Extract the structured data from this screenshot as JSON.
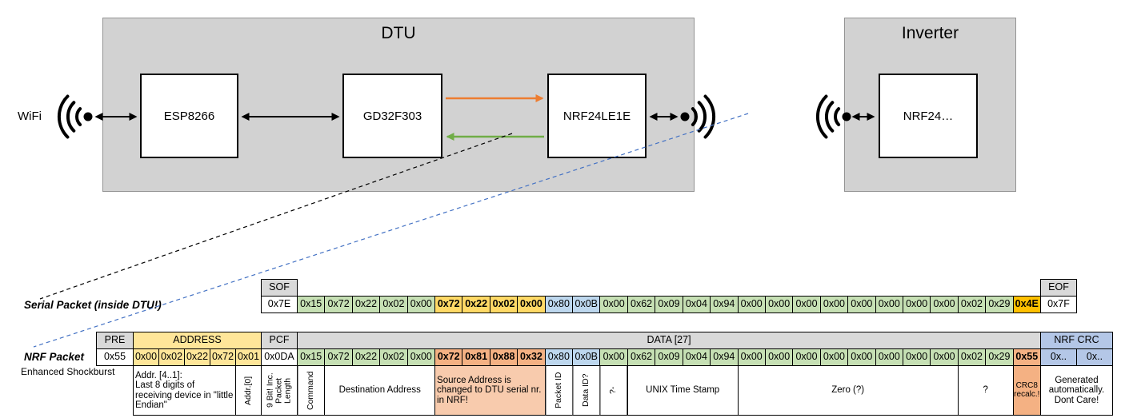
{
  "diagram": {
    "wifi_label": "WiFi",
    "dtu": {
      "title": "DTU",
      "chips": [
        "ESP8266",
        "GD32F303",
        "NRF24LE1E"
      ]
    },
    "inverter": {
      "title": "Inverter",
      "chip": "NRF24…"
    }
  },
  "colors": {
    "green": "#c6e0b4",
    "yellow": "#ffe699",
    "gold": "#ffd966",
    "amber": "#ffc000",
    "blue": "#bdd7ee",
    "crcblue": "#b4c7e7",
    "salmon": "#f4b183",
    "salmonlight": "#f8cbad",
    "gray": "#d9d9d9",
    "plain": "#ffffff",
    "arrow_orange": "#ed7d31",
    "arrow_green": "#70ad47",
    "dash_blue": "#4472c4"
  },
  "serial_packet": {
    "label": "Serial Packet (inside DTU!)",
    "sof_header": "SOF",
    "eof_header": "EOF",
    "bytes": [
      {
        "t": "0x7E",
        "c": "plain"
      },
      {
        "t": "0x15",
        "c": "green"
      },
      {
        "t": "0x72",
        "c": "green"
      },
      {
        "t": "0x22",
        "c": "green"
      },
      {
        "t": "0x02",
        "c": "green"
      },
      {
        "t": "0x00",
        "c": "green"
      },
      {
        "t": "0x72",
        "c": "gold",
        "b": true
      },
      {
        "t": "0x22",
        "c": "gold",
        "b": true
      },
      {
        "t": "0x02",
        "c": "gold",
        "b": true
      },
      {
        "t": "0x00",
        "c": "gold",
        "b": true
      },
      {
        "t": "0x80",
        "c": "blue"
      },
      {
        "t": "0x0B",
        "c": "blue"
      },
      {
        "t": "0x00",
        "c": "green"
      },
      {
        "t": "0x62",
        "c": "green"
      },
      {
        "t": "0x09",
        "c": "green"
      },
      {
        "t": "0x04",
        "c": "green"
      },
      {
        "t": "0x94",
        "c": "green"
      },
      {
        "t": "0x00",
        "c": "green"
      },
      {
        "t": "0x00",
        "c": "green"
      },
      {
        "t": "0x00",
        "c": "green"
      },
      {
        "t": "0x00",
        "c": "green"
      },
      {
        "t": "0x00",
        "c": "green"
      },
      {
        "t": "0x00",
        "c": "green"
      },
      {
        "t": "0x00",
        "c": "green"
      },
      {
        "t": "0x00",
        "c": "green"
      },
      {
        "t": "0x02",
        "c": "green"
      },
      {
        "t": "0x29",
        "c": "green"
      },
      {
        "t": "0x4E",
        "c": "amber",
        "b": true
      },
      {
        "t": "0x7F",
        "c": "plain"
      }
    ]
  },
  "nrf_packet": {
    "label": "NRF Packet",
    "sublabel": "Enhanced Shockburst",
    "headers": [
      {
        "t": "PRE",
        "col": 0,
        "span": 1,
        "c": "gray"
      },
      {
        "t": "ADDRESS",
        "col": 1,
        "span": 5,
        "c": "yellow"
      },
      {
        "t": "PCF",
        "col": 6,
        "span": 1,
        "c": "gray"
      },
      {
        "t": "DATA [27]",
        "col": 7,
        "span": 27,
        "c": "gray"
      },
      {
        "t": "NRF CRC",
        "col": 34,
        "span": 2,
        "c": "crcblue"
      }
    ],
    "bytes": [
      {
        "t": "0x55",
        "c": "plain"
      },
      {
        "t": "0x00",
        "c": "yellow"
      },
      {
        "t": "0x02",
        "c": "yellow"
      },
      {
        "t": "0x22",
        "c": "yellow"
      },
      {
        "t": "0x72",
        "c": "yellow"
      },
      {
        "t": "0x01",
        "c": "yellow"
      },
      {
        "t": "0x0DA",
        "c": "plain"
      },
      {
        "t": "0x15",
        "c": "green"
      },
      {
        "t": "0x72",
        "c": "green"
      },
      {
        "t": "0x22",
        "c": "green"
      },
      {
        "t": "0x02",
        "c": "green"
      },
      {
        "t": "0x00",
        "c": "green"
      },
      {
        "t": "0x72",
        "c": "salmon",
        "b": true
      },
      {
        "t": "0x81",
        "c": "salmon",
        "b": true
      },
      {
        "t": "0x88",
        "c": "salmon",
        "b": true
      },
      {
        "t": "0x32",
        "c": "salmon",
        "b": true
      },
      {
        "t": "0x80",
        "c": "blue"
      },
      {
        "t": "0x0B",
        "c": "blue"
      },
      {
        "t": "0x00",
        "c": "green"
      },
      {
        "t": "0x62",
        "c": "green"
      },
      {
        "t": "0x09",
        "c": "green"
      },
      {
        "t": "0x04",
        "c": "green"
      },
      {
        "t": "0x94",
        "c": "green"
      },
      {
        "t": "0x00",
        "c": "green"
      },
      {
        "t": "0x00",
        "c": "green"
      },
      {
        "t": "0x00",
        "c": "green"
      },
      {
        "t": "0x00",
        "c": "green"
      },
      {
        "t": "0x00",
        "c": "green"
      },
      {
        "t": "0x00",
        "c": "green"
      },
      {
        "t": "0x00",
        "c": "green"
      },
      {
        "t": "0x00",
        "c": "green"
      },
      {
        "t": "0x02",
        "c": "green"
      },
      {
        "t": "0x29",
        "c": "green"
      },
      {
        "t": "0x55",
        "c": "salmon",
        "b": true
      },
      {
        "t": "0x..",
        "c": "crcblue"
      },
      {
        "t": "0x..",
        "c": "crcblue"
      }
    ],
    "annotations": [
      {
        "t": "Addr. [4..1]:\nLast 8 digits of receiving device in \"little Endian\"",
        "col": 1,
        "span": 4,
        "c": "plain",
        "la": true
      },
      {
        "t": "Addr.[0]",
        "col": 5,
        "span": 1,
        "c": "plain",
        "vert": true
      },
      {
        "t": "9 Bit! Inc. Packet Length",
        "col": 6,
        "span": 1,
        "c": "plain",
        "vert": true
      },
      {
        "t": "Command",
        "col": 7,
        "span": 1,
        "c": "plain",
        "vert": true
      },
      {
        "t": "Destination Address",
        "col": 8,
        "span": 4,
        "c": "plain"
      },
      {
        "t": "Source Address is changed to DTU serial nr. in NRF!",
        "col": 12,
        "span": 4,
        "c": "salmonlight",
        "la": true
      },
      {
        "t": "Packet ID",
        "col": 16,
        "span": 1,
        "c": "plain",
        "vert": true
      },
      {
        "t": "Data ID?",
        "col": 17,
        "span": 1,
        "c": "plain",
        "vert": true
      },
      {
        "t": "?-",
        "col": 18,
        "span": 1,
        "c": "plain",
        "vert": true
      },
      {
        "t": "UNIX Time Stamp",
        "col": 19,
        "span": 4,
        "c": "plain"
      },
      {
        "t": "Zero (?)",
        "col": 23,
        "span": 8,
        "c": "plain"
      },
      {
        "t": "?",
        "col": 31,
        "span": 2,
        "c": "plain"
      },
      {
        "t": "CRC8 recalc.!",
        "col": 33,
        "span": 1,
        "c": "salmon"
      },
      {
        "t": "Generated automatically. Dont Care!",
        "col": 34,
        "span": 2,
        "c": "plain"
      }
    ]
  }
}
